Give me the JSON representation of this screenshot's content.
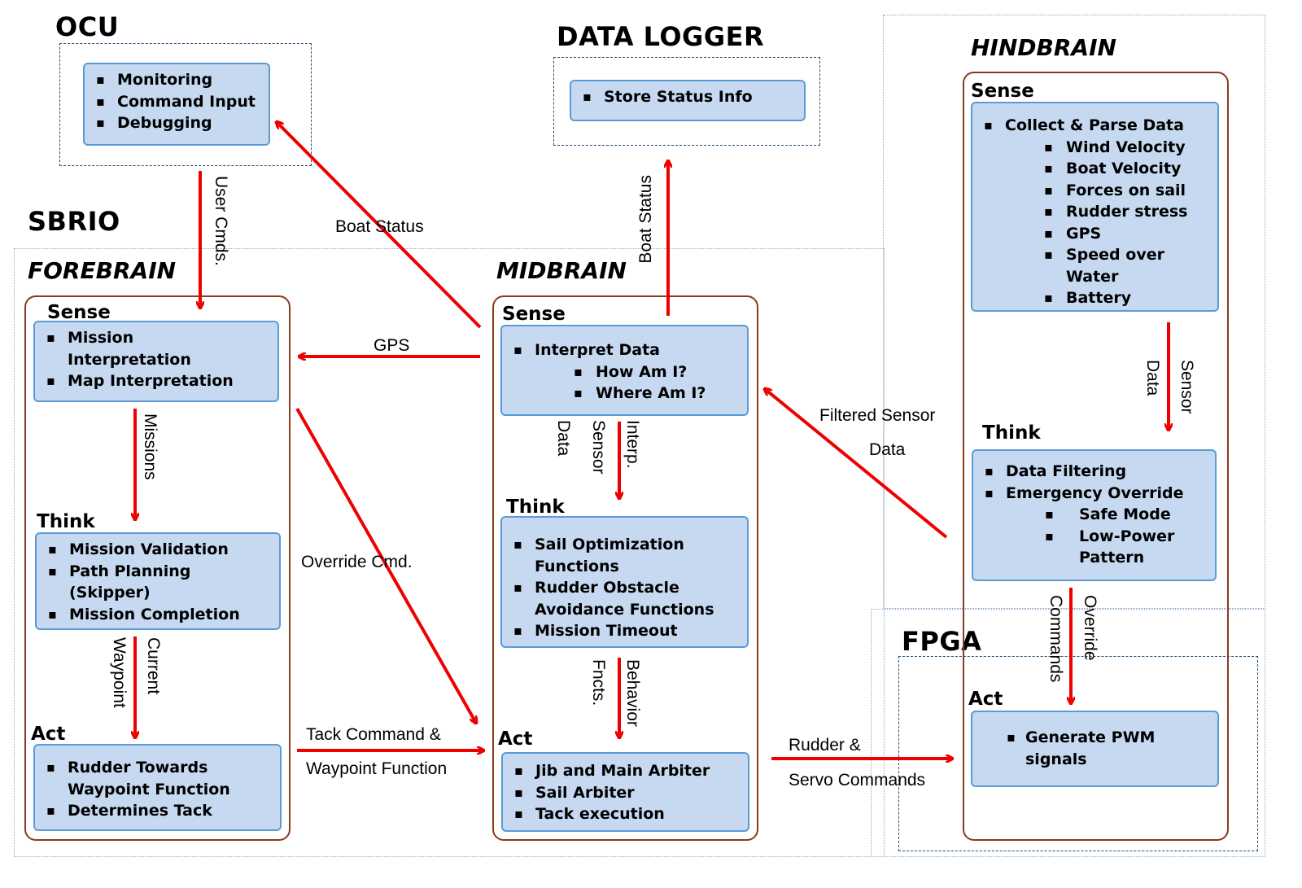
{
  "titles": {
    "ocu": "OCU",
    "data_logger": "DATA LOGGER",
    "sbrio": "SBRIO",
    "fpga": "FPGA",
    "forebrain": "FOREBRAIN",
    "midbrain": "MIDBRAIN",
    "hindbrain": "HINDBRAIN"
  },
  "ocu": {
    "items": [
      "Monitoring",
      "Command Input",
      "Debugging"
    ]
  },
  "data_logger": {
    "items": [
      "Store Status Info"
    ]
  },
  "forebrain": {
    "sense_label": "Sense",
    "sense_items": [
      "Mission",
      "Interpretation",
      "Map Interpretation"
    ],
    "think_label": "Think",
    "think_items": [
      "Mission Validation",
      "Path Planning",
      "(Skipper)",
      "Mission Completion"
    ],
    "act_label": "Act",
    "act_items": [
      "Rudder Towards",
      "Waypoint Function",
      "Determines Tack"
    ]
  },
  "midbrain": {
    "sense_label": "Sense",
    "sense_items": [
      "Interpret Data",
      "How Am I?",
      "Where Am I?"
    ],
    "think_label": "Think",
    "think_items": [
      "Sail Optimization",
      "Functions",
      "Rudder Obstacle",
      "Avoidance Functions",
      "Mission Timeout"
    ],
    "act_label": "Act",
    "act_items": [
      "Jib and Main Arbiter",
      "Sail Arbiter",
      "Tack execution"
    ]
  },
  "hindbrain": {
    "sense_label": "Sense",
    "sense_items": [
      "Collect & Parse Data",
      "Wind Velocity",
      "Boat Velocity",
      "Forces on sail",
      "Rudder stress",
      "GPS",
      "Speed over",
      "Water",
      "Battery"
    ],
    "think_label": "Think",
    "think_items": [
      "Data Filtering",
      "Emergency Override",
      "Safe Mode",
      "Low-Power",
      "Pattern"
    ],
    "act_label": "Act",
    "act_items": [
      "Generate PWM",
      "signals"
    ]
  },
  "arrow_labels": {
    "user_cmds": "User Cmds.",
    "boat_status_left": "Boat Status",
    "boat_status_up": "Boat Status",
    "gps": "GPS",
    "missions": "Missions",
    "current_waypoint_1": "Current",
    "current_waypoint_2": "Waypoint",
    "override_cmd": "Override Cmd.",
    "tack_cmd_1": "Tack Command &",
    "tack_cmd_2": "Waypoint Function",
    "interp_sensor_1": "Interp.",
    "interp_sensor_2": "Sensor",
    "interp_sensor_3": "Data",
    "behavior_fncts_1": "Behavior",
    "behavior_fncts_2": "Fncts.",
    "filtered_1": "Filtered Sensor",
    "filtered_2": "Data",
    "sensor_data_1": "Sensor",
    "sensor_data_2": "Data",
    "override_cmds_1": "Override",
    "override_cmds_2": "Commands",
    "rudder_servo_1": "Rudder &",
    "rudder_servo_2": "Servo Commands"
  },
  "colors": {
    "arrow": "#ee0000",
    "box_fill": "#c6d9f1",
    "box_border": "#5b9bd5",
    "brain_border": "#8b3a1a",
    "dashed": "#1f4e79"
  }
}
